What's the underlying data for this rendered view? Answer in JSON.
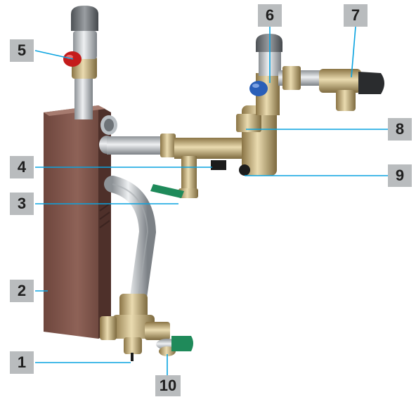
{
  "callouts": [
    {
      "id": "1",
      "text": "1"
    },
    {
      "id": "2",
      "text": "2"
    },
    {
      "id": "3",
      "text": "3"
    },
    {
      "id": "4",
      "text": "4"
    },
    {
      "id": "5",
      "text": "5"
    },
    {
      "id": "6",
      "text": "6"
    },
    {
      "id": "7",
      "text": "7"
    },
    {
      "id": "8",
      "text": "8"
    },
    {
      "id": "9",
      "text": "9"
    },
    {
      "id": "10",
      "text": "10"
    }
  ],
  "colors": {
    "label_bg": "#b9bcbe",
    "leader_line": "#0aa3e0",
    "heat_exchanger": "#7a5148",
    "brass": "#c8b27a",
    "steel": "#c9cdd1",
    "red_handle": "#d01c1c",
    "blue_handle": "#2a5fb8",
    "green_handle": "#1f8a5a",
    "cap_gray": "#6f7377"
  }
}
